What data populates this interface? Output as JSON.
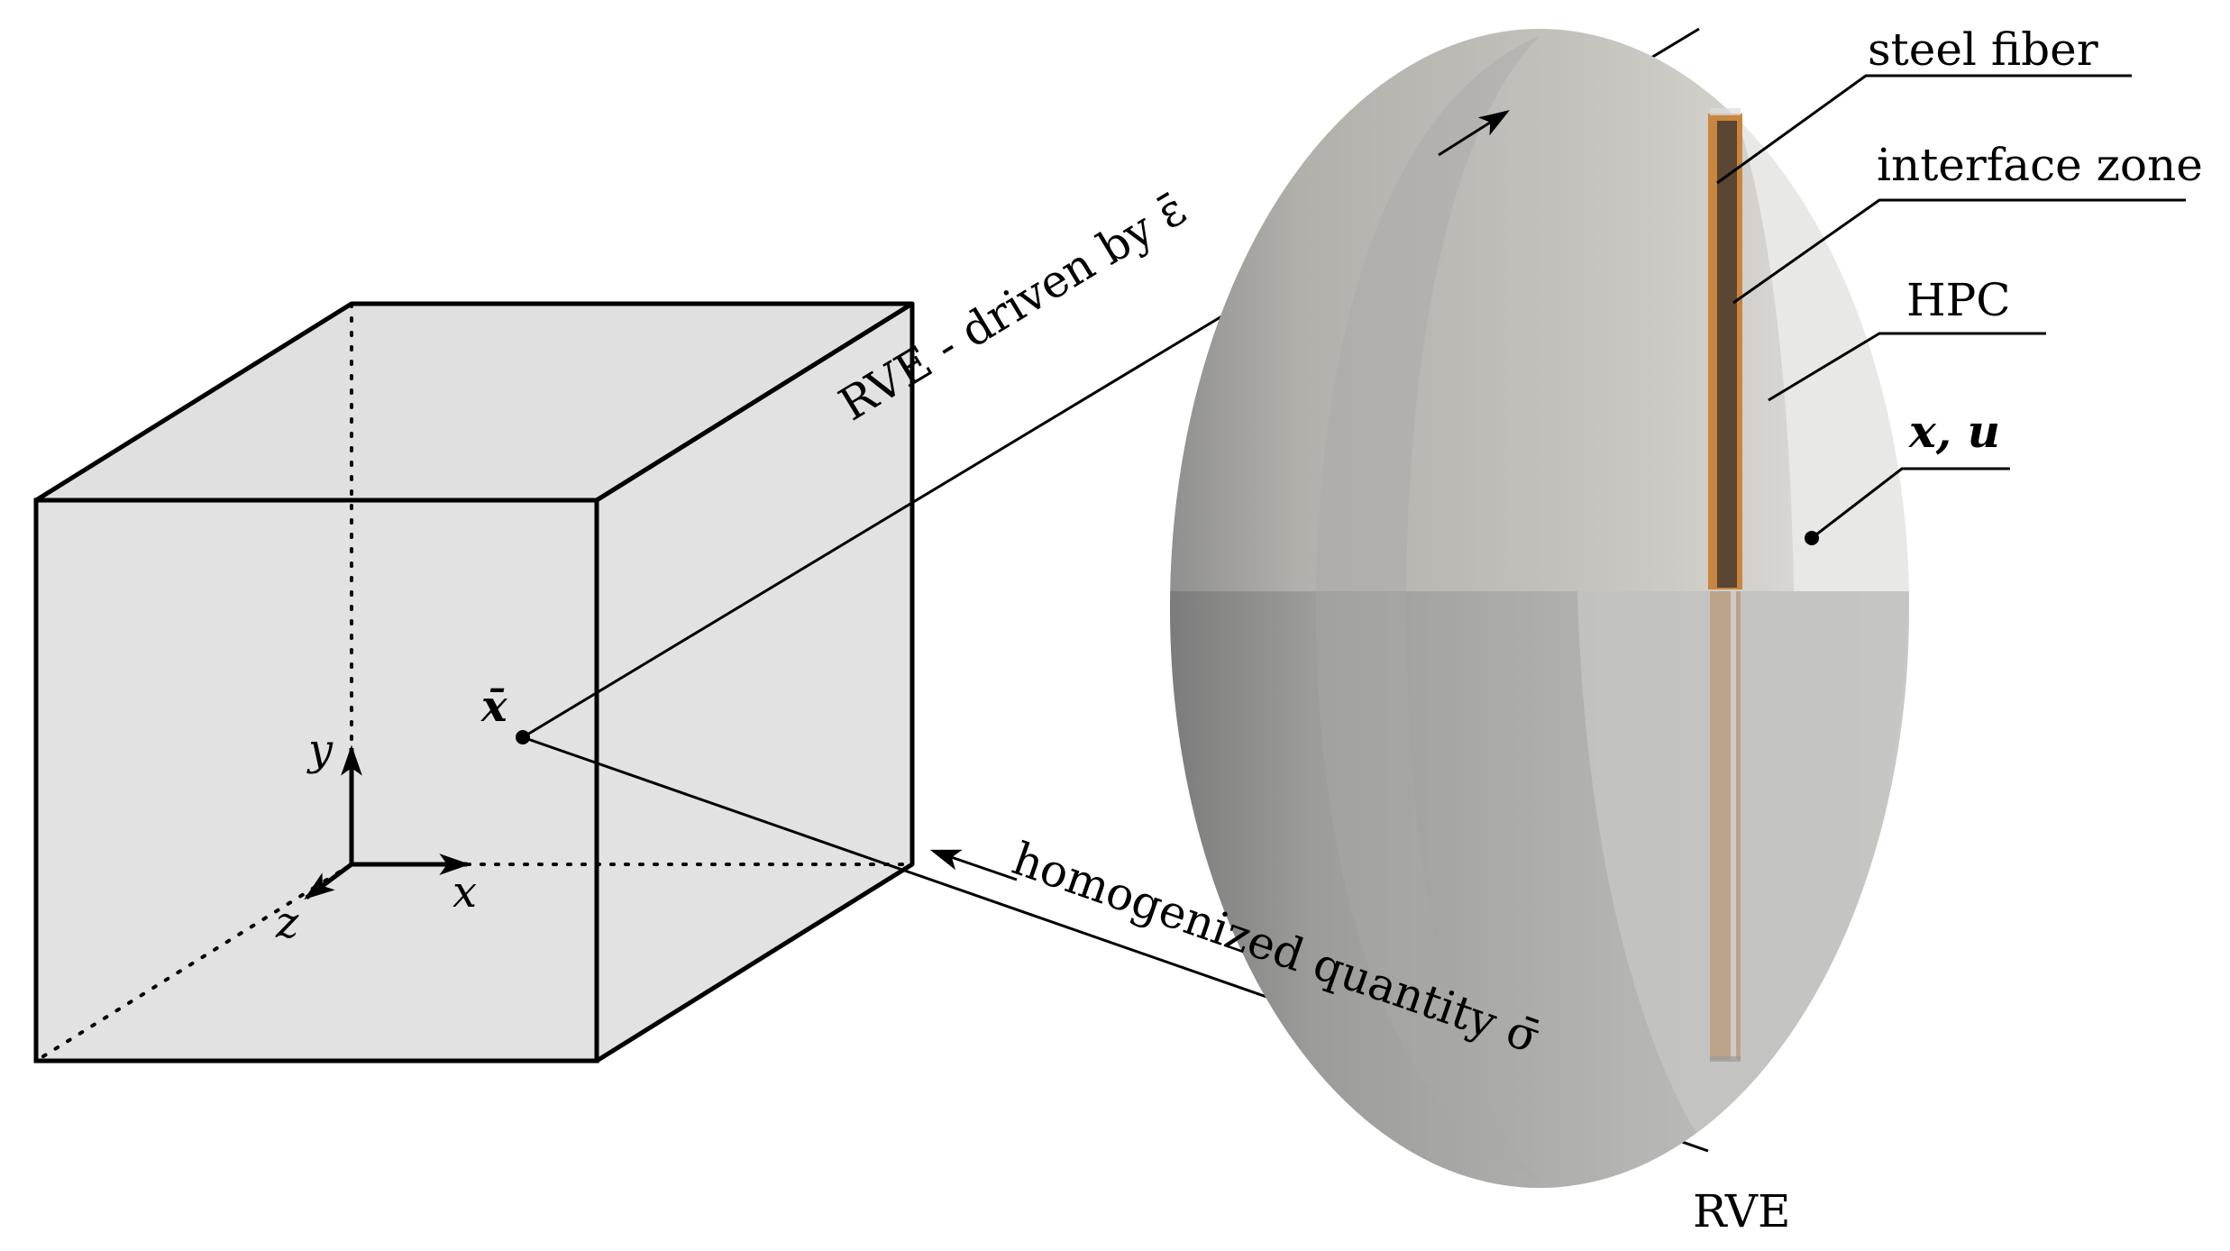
{
  "labels": {
    "steel_fiber": "steel fiber",
    "interface_zone": "interface zone",
    "hpc": "HPC",
    "x_u": "x, u",
    "rve_bottom": "RVE",
    "rve_driven": "RVE - driven by ε̄",
    "homogenized": "homogenized quantity σ̄",
    "x_bar": "x̄",
    "axis_x": "x",
    "axis_y": "y",
    "axis_z": "z"
  },
  "colors": {
    "cube_fill": "#e0e0e0",
    "ellipsoid_light": "#cfcdc7",
    "ellipsoid_dark": "#7d7d7d",
    "fiber_core": "#5a4632",
    "fiber_interface": "#c8863e",
    "line": "#000000"
  },
  "icons": {
    "arrow_to_rve": "arrow-right-icon",
    "arrow_to_macro": "arrow-left-icon"
  }
}
